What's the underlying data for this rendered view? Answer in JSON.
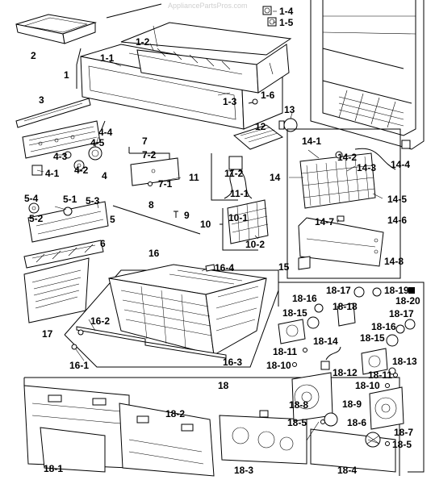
{
  "watermark": "AppliancePartsPros.com",
  "labels": {
    "l1": "1",
    "l1_1": "1-1",
    "l1_2": "1-2",
    "l1_3": "1-3",
    "l1_4": "1-4",
    "l1_5": "1-5",
    "l1_6": "1-6",
    "l2": "2",
    "l3": "3",
    "l4": "4",
    "l4_1": "4-1",
    "l4_2": "4-2",
    "l4_3": "4-3",
    "l4_4": "4-4",
    "l4_5": "4-5",
    "l5": "5",
    "l5_1": "5-1",
    "l5_2": "5-2",
    "l5_3": "5-3",
    "l5_4": "5-4",
    "l6": "6",
    "l7": "7",
    "l7_1": "7-1",
    "l7_2": "7-2",
    "l8": "8",
    "l9": "9",
    "l10": "10",
    "l10_1": "10-1",
    "l10_2": "10-2",
    "l11": "11",
    "l11_1": "11-1",
    "l11_2": "11-2",
    "l12": "12",
    "l13": "13",
    "l14": "14",
    "l14_1": "14-1",
    "l14_2": "14-2",
    "l14_3": "14-3",
    "l14_4": "14-4",
    "l14_5": "14-5",
    "l14_6": "14-6",
    "l14_7": "14-7",
    "l14_8": "14-8",
    "l15": "15",
    "l16": "16",
    "l16_1": "16-1",
    "l16_2": "16-2",
    "l16_3": "16-3",
    "l16_4": "16-4",
    "l17": "17",
    "l18": "18",
    "l18_1": "18-1",
    "l18_2": "18-2",
    "l18_3": "18-3",
    "l18_4": "18-4",
    "l18_5a": "18-5",
    "l18_5b": "18-5",
    "l18_6": "18-6",
    "l18_7": "18-7",
    "l18_8": "18-8",
    "l18_9": "18-9",
    "l18_10a": "18-10",
    "l18_10b": "18-10",
    "l18_11a": "18-11",
    "l18_11b": "18-11",
    "l18_12": "18-12",
    "l18_13": "18-13",
    "l18_14": "18-14",
    "l18_15a": "18-15",
    "l18_15b": "18-15",
    "l18_16a": "18-16",
    "l18_16b": "18-16",
    "l18_17a": "18-17",
    "l18_17b": "18-17",
    "l18_18": "18-18",
    "l18_19": "18-19",
    "l18_20": "18-20"
  }
}
